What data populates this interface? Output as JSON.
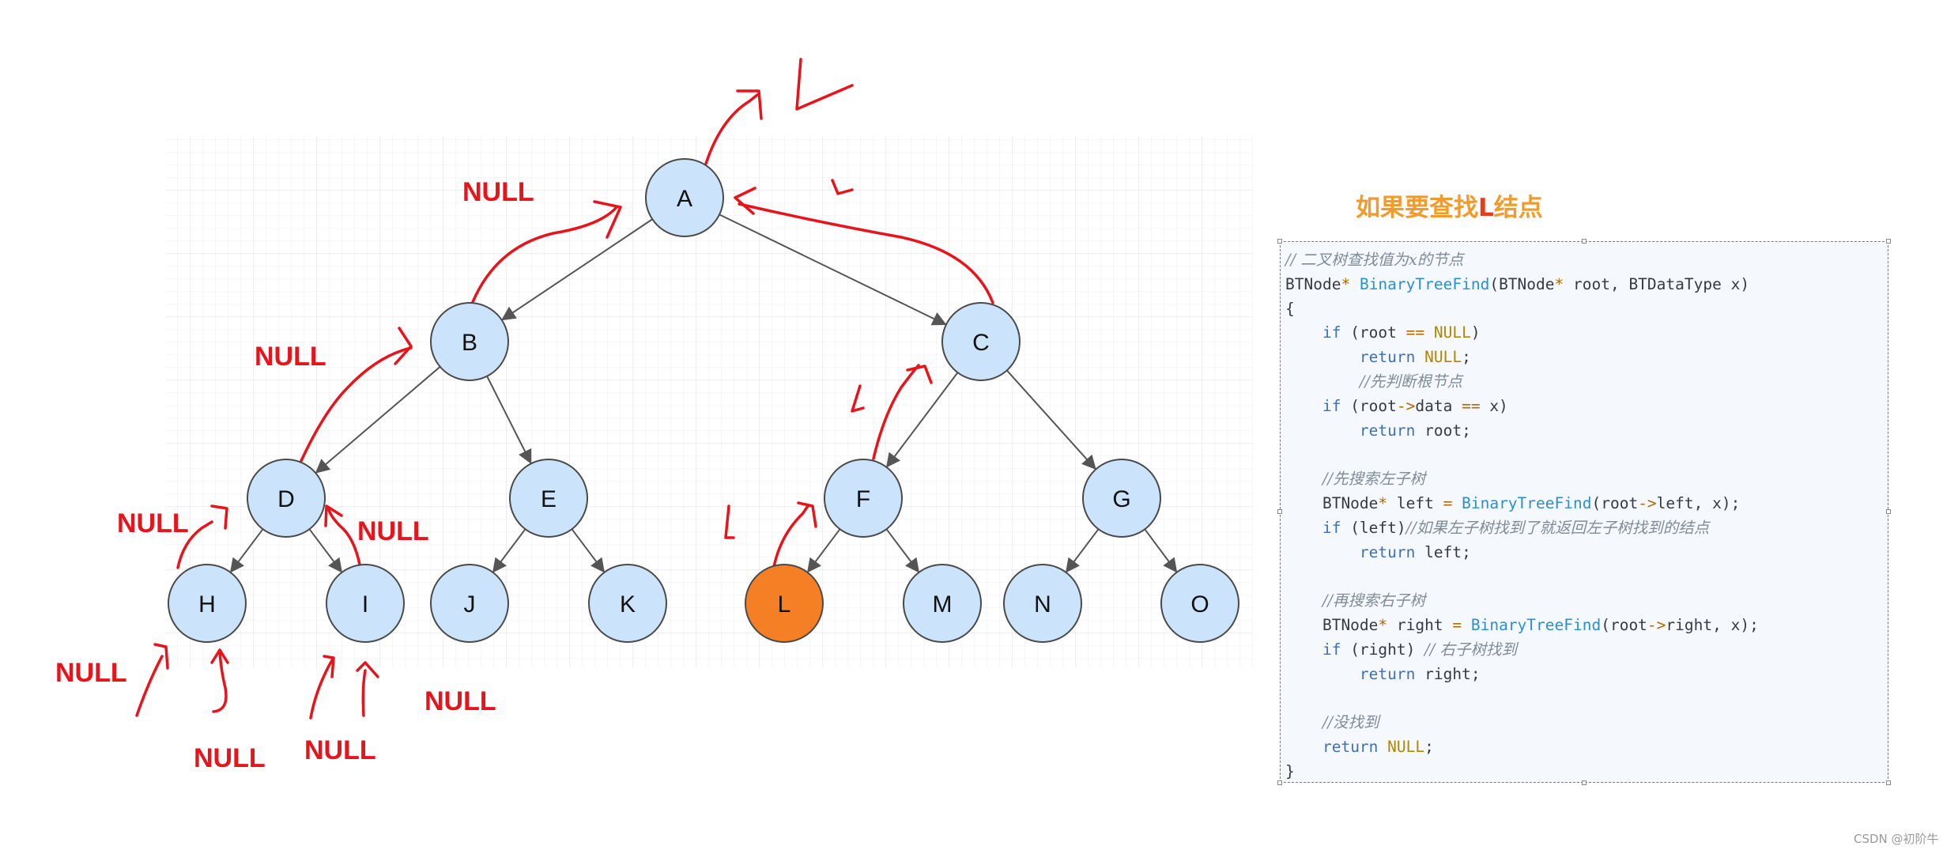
{
  "diagram": {
    "nodes": [
      {
        "id": "A",
        "label": "A",
        "highlight": false
      },
      {
        "id": "B",
        "label": "B",
        "highlight": false
      },
      {
        "id": "C",
        "label": "C",
        "highlight": false
      },
      {
        "id": "D",
        "label": "D",
        "highlight": false
      },
      {
        "id": "E",
        "label": "E",
        "highlight": false
      },
      {
        "id": "F",
        "label": "F",
        "highlight": false
      },
      {
        "id": "G",
        "label": "G",
        "highlight": false
      },
      {
        "id": "H",
        "label": "H",
        "highlight": false
      },
      {
        "id": "I",
        "label": "I",
        "highlight": false
      },
      {
        "id": "J",
        "label": "J",
        "highlight": false
      },
      {
        "id": "K",
        "label": "K",
        "highlight": false
      },
      {
        "id": "L",
        "label": "L",
        "highlight": true
      },
      {
        "id": "M",
        "label": "M",
        "highlight": false
      },
      {
        "id": "N",
        "label": "N",
        "highlight": false
      },
      {
        "id": "O",
        "label": "O",
        "highlight": false
      }
    ],
    "edges": [
      [
        "A",
        "B"
      ],
      [
        "A",
        "C"
      ],
      [
        "B",
        "D"
      ],
      [
        "B",
        "E"
      ],
      [
        "C",
        "F"
      ],
      [
        "C",
        "G"
      ],
      [
        "D",
        "H"
      ],
      [
        "D",
        "I"
      ],
      [
        "E",
        "J"
      ],
      [
        "E",
        "K"
      ],
      [
        "F",
        "L"
      ],
      [
        "F",
        "M"
      ],
      [
        "G",
        "N"
      ],
      [
        "G",
        "O"
      ]
    ],
    "null_labels": [
      "NULL",
      "NULL",
      "NULL",
      "NULL",
      "NULL",
      "NULL",
      "NULL",
      "NULL"
    ],
    "colors": {
      "node_fill": "#cce4fb",
      "node_stroke": "#4a4a4a",
      "highlight_fill": "#f57f25",
      "edge": "#555555",
      "annotation": "#e8141c",
      "grid": "#e6e6e6"
    }
  },
  "title": {
    "prefix": "如果要查找",
    "target": "L",
    "suffix": "结点"
  },
  "code": {
    "lines": [
      [
        {
          "t": "cm",
          "v": "// 二叉树查找值为x的节点"
        }
      ],
      [
        {
          "t": "",
          "v": "BTNode"
        },
        {
          "t": "op",
          "v": "*"
        },
        {
          "t": "",
          "v": " "
        },
        {
          "t": "fn",
          "v": "BinaryTreeFind"
        },
        {
          "t": "",
          "v": "(BTNode"
        },
        {
          "t": "op",
          "v": "*"
        },
        {
          "t": "",
          "v": " root, BTDataType x)"
        }
      ],
      [
        {
          "t": "",
          "v": "{"
        }
      ],
      [
        {
          "t": "",
          "v": "    "
        },
        {
          "t": "kw",
          "v": "if"
        },
        {
          "t": "",
          "v": " (root "
        },
        {
          "t": "op",
          "v": "=="
        },
        {
          "t": "",
          "v": " "
        },
        {
          "t": "nu",
          "v": "NULL"
        },
        {
          "t": "",
          "v": ")"
        }
      ],
      [
        {
          "t": "",
          "v": "        "
        },
        {
          "t": "kw",
          "v": "return"
        },
        {
          "t": "",
          "v": " "
        },
        {
          "t": "nu",
          "v": "NULL"
        },
        {
          "t": "",
          "v": ";"
        }
      ],
      [
        {
          "t": "",
          "v": "        "
        },
        {
          "t": "cm",
          "v": "//先判断根节点"
        }
      ],
      [
        {
          "t": "",
          "v": "    "
        },
        {
          "t": "kw",
          "v": "if"
        },
        {
          "t": "",
          "v": " (root"
        },
        {
          "t": "op",
          "v": "->"
        },
        {
          "t": "",
          "v": "data "
        },
        {
          "t": "op",
          "v": "=="
        },
        {
          "t": "",
          "v": " x)"
        }
      ],
      [
        {
          "t": "",
          "v": "        "
        },
        {
          "t": "kw",
          "v": "return"
        },
        {
          "t": "",
          "v": " root;"
        }
      ],
      [
        {
          "t": "",
          "v": ""
        }
      ],
      [
        {
          "t": "",
          "v": "    "
        },
        {
          "t": "cm",
          "v": "//先搜索左子树"
        }
      ],
      [
        {
          "t": "",
          "v": "    BTNode"
        },
        {
          "t": "op",
          "v": "*"
        },
        {
          "t": "",
          "v": " left "
        },
        {
          "t": "op",
          "v": "="
        },
        {
          "t": "",
          "v": " "
        },
        {
          "t": "fn",
          "v": "BinaryTreeFind"
        },
        {
          "t": "",
          "v": "(root"
        },
        {
          "t": "op",
          "v": "->"
        },
        {
          "t": "",
          "v": "left, x);"
        }
      ],
      [
        {
          "t": "",
          "v": "    "
        },
        {
          "t": "kw",
          "v": "if"
        },
        {
          "t": "",
          "v": " (left)"
        },
        {
          "t": "cm",
          "v": "//如果左子树找到了就返回左子树找到的结点"
        }
      ],
      [
        {
          "t": "",
          "v": "        "
        },
        {
          "t": "kw",
          "v": "return"
        },
        {
          "t": "",
          "v": " left;"
        }
      ],
      [
        {
          "t": "",
          "v": ""
        }
      ],
      [
        {
          "t": "",
          "v": "    "
        },
        {
          "t": "cm",
          "v": "//再搜索右子树"
        }
      ],
      [
        {
          "t": "",
          "v": "    BTNode"
        },
        {
          "t": "op",
          "v": "*"
        },
        {
          "t": "",
          "v": " right "
        },
        {
          "t": "op",
          "v": "="
        },
        {
          "t": "",
          "v": " "
        },
        {
          "t": "fn",
          "v": "BinaryTreeFind"
        },
        {
          "t": "",
          "v": "(root"
        },
        {
          "t": "op",
          "v": "->"
        },
        {
          "t": "",
          "v": "right, x);"
        }
      ],
      [
        {
          "t": "",
          "v": "    "
        },
        {
          "t": "kw",
          "v": "if"
        },
        {
          "t": "",
          "v": " (right) "
        },
        {
          "t": "cm",
          "v": "// 右子树找到"
        }
      ],
      [
        {
          "t": "",
          "v": "        "
        },
        {
          "t": "kw",
          "v": "return"
        },
        {
          "t": "",
          "v": " right;"
        }
      ],
      [
        {
          "t": "",
          "v": ""
        }
      ],
      [
        {
          "t": "",
          "v": "    "
        },
        {
          "t": "cm",
          "v": "//没找到"
        }
      ],
      [
        {
          "t": "",
          "v": "    "
        },
        {
          "t": "kw",
          "v": "return"
        },
        {
          "t": "",
          "v": " "
        },
        {
          "t": "nu",
          "v": "NULL"
        },
        {
          "t": "",
          "v": ";"
        }
      ],
      [
        {
          "t": "",
          "v": "}"
        }
      ]
    ]
  },
  "watermark": "CSDN @初阶牛"
}
